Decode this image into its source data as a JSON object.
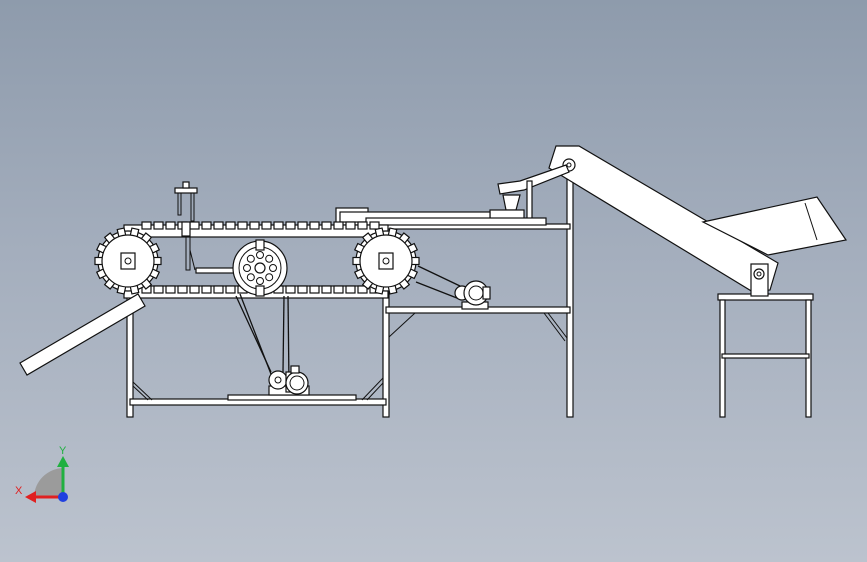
{
  "scene": {
    "type": "cad-side-view",
    "background_gradient": [
      "#8e9bac",
      "#bcc3ce"
    ],
    "line_color": "#111111",
    "part_fill": "#ffffff"
  },
  "triad": {
    "x_label": "X",
    "y_label": "Y",
    "x_color": "#e02020",
    "y_color": "#20b040",
    "z_color": "#2040e0"
  }
}
